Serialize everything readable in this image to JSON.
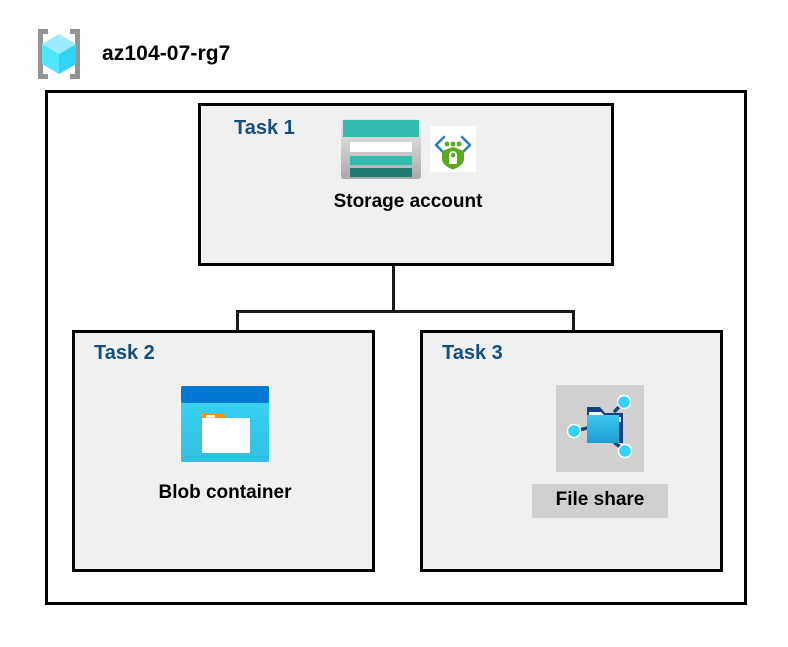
{
  "resource_group": {
    "name": "az104-07-rg7",
    "icon": "resource-group-cube-icon"
  },
  "diagram": {
    "type": "azure-architecture",
    "tasks": [
      {
        "id": "task-1",
        "label": "Task 1",
        "node_caption": "Storage account",
        "icons": [
          "storage-account-icon",
          "data-encryption-shield-icon"
        ],
        "selected": false
      },
      {
        "id": "task-2",
        "label": "Task 2",
        "node_caption": "Blob container",
        "icons": [
          "blob-container-icon"
        ],
        "selected": false
      },
      {
        "id": "task-3",
        "label": "Task 3",
        "node_caption": "File share",
        "icons": [
          "file-share-folder-icon"
        ],
        "selected": true
      }
    ],
    "connections": [
      {
        "from": "Storage account",
        "to": "Blob container"
      },
      {
        "from": "Storage account",
        "to": "File share"
      }
    ]
  },
  "colors": {
    "task_label": "#14507d",
    "task_box_fill": "#f0f0f0",
    "box_border": "#000000",
    "selection_highlight": "#d0d0d0",
    "storage_teal": "#32bcad",
    "storage_teal_dark": "#1f7a6f",
    "blob_blue": "#0078d4",
    "blob_cyan": "#32d4f5",
    "blob_tab_orange": "#f7941e",
    "shield_green": "#5aaa1e",
    "cube_cyan": "#50e6ff",
    "bracket_gray": "#949494"
  }
}
